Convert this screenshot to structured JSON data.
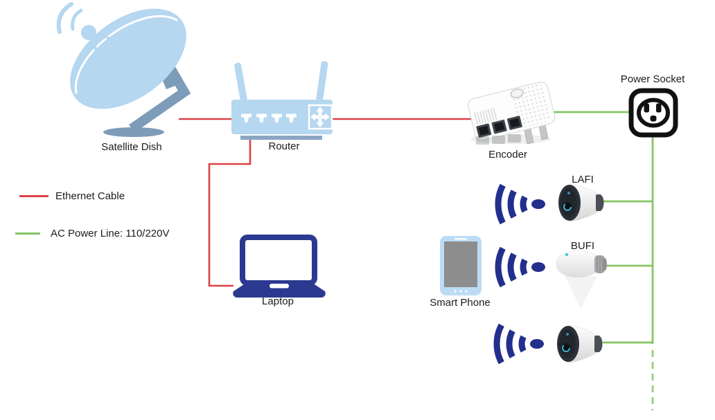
{
  "colors": {
    "ethernet": "#dc4146",
    "ac_power": "#85c563",
    "device_blue": "#b5d7f0",
    "stand_blue": "#7d9cba",
    "wifi_navy": "#232f8c",
    "laptop_navy": "#2b3990",
    "phone_screen": "#8d8d8d",
    "socket_black": "#111111"
  },
  "nodes": {
    "satellite_dish": {
      "label": "Satellite Dish",
      "icon": "satellite-dish-icon"
    },
    "router": {
      "label": "Router",
      "icon": "router-icon"
    },
    "encoder": {
      "label": "Encoder",
      "icon": "powerline-adapter-icon"
    },
    "power_socket": {
      "label": "Power Socket",
      "icon": "power-outlet-icon"
    },
    "laptop": {
      "label": "Laptop",
      "icon": "laptop-icon"
    },
    "smart_phone": {
      "label": "Smart Phone",
      "icon": "smartphone-icon"
    },
    "lafi": {
      "label": "LAFI",
      "icon": "camera-icon"
    },
    "bufi": {
      "label": "BUFI",
      "icon": "bulb-camera-icon"
    },
    "camera": {
      "label": "",
      "icon": "camera-icon"
    },
    "wifi_signals": {
      "icon": "wifi-signal-icon",
      "count": 3
    }
  },
  "legend": {
    "items": [
      {
        "id": "ethernet",
        "label": "Ethernet Cable"
      },
      {
        "id": "ac_power",
        "label": "AC Power Line: 110/220V"
      }
    ]
  },
  "connections": [
    {
      "from": "satellite_dish",
      "to": "router",
      "type": "ethernet",
      "style": "solid"
    },
    {
      "from": "router",
      "to": "encoder",
      "type": "ethernet",
      "style": "solid"
    },
    {
      "from": "router",
      "to": "laptop",
      "type": "ethernet",
      "style": "solid"
    },
    {
      "from": "encoder",
      "to": "power_socket",
      "type": "ac_power",
      "style": "solid"
    },
    {
      "from": "power_socket",
      "to": "lafi",
      "type": "ac_power",
      "style": "solid"
    },
    {
      "from": "power_socket",
      "to": "bufi",
      "type": "ac_power",
      "style": "solid"
    },
    {
      "from": "power_socket",
      "to": "camera",
      "type": "ac_power",
      "style": "solid"
    },
    {
      "from": "power_socket",
      "to": "continuation",
      "type": "ac_power",
      "style": "dashed"
    }
  ]
}
